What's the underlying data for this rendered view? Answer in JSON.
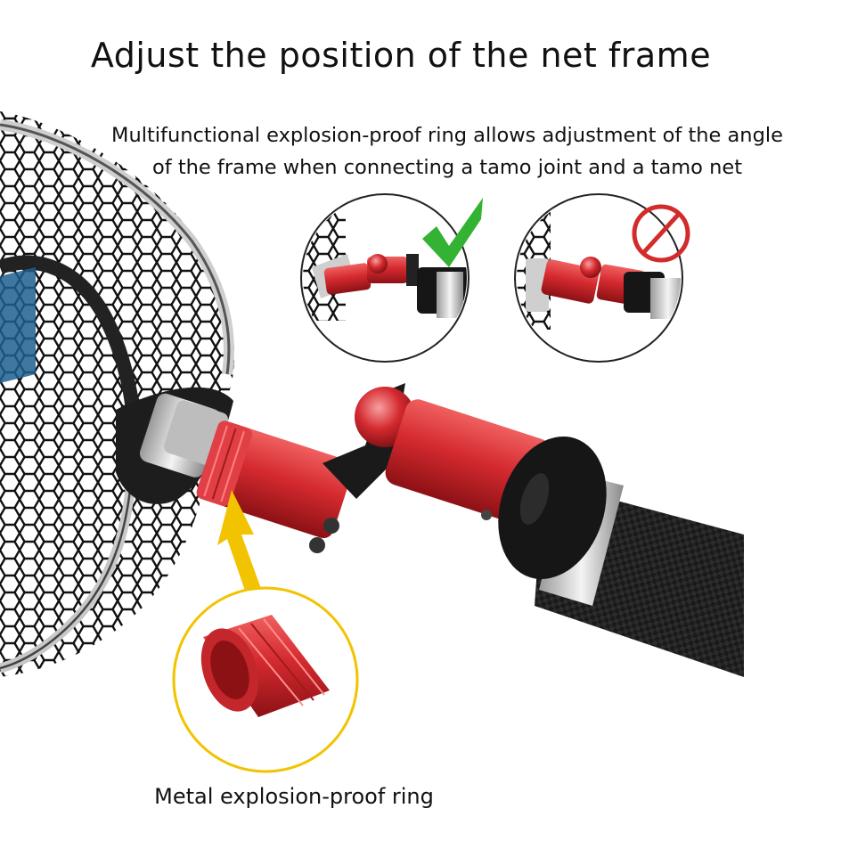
{
  "title": "Adjust the position of the net frame",
  "subtitle_line1": "Multifunctional explosion-proof ring allows adjustment of the angle",
  "subtitle_line2": "of the frame when connecting a tamo joint and a tamo net",
  "caption": "Metal explosion-proof ring",
  "colors": {
    "accent_red": "#d42a2f",
    "arrow_yellow": "#f2c300",
    "check_green": "#34b233",
    "prohibit_red": "#d32b2b"
  },
  "icons": [
    "checkmark-icon",
    "prohibited-icon",
    "pointer-arrow-icon"
  ]
}
